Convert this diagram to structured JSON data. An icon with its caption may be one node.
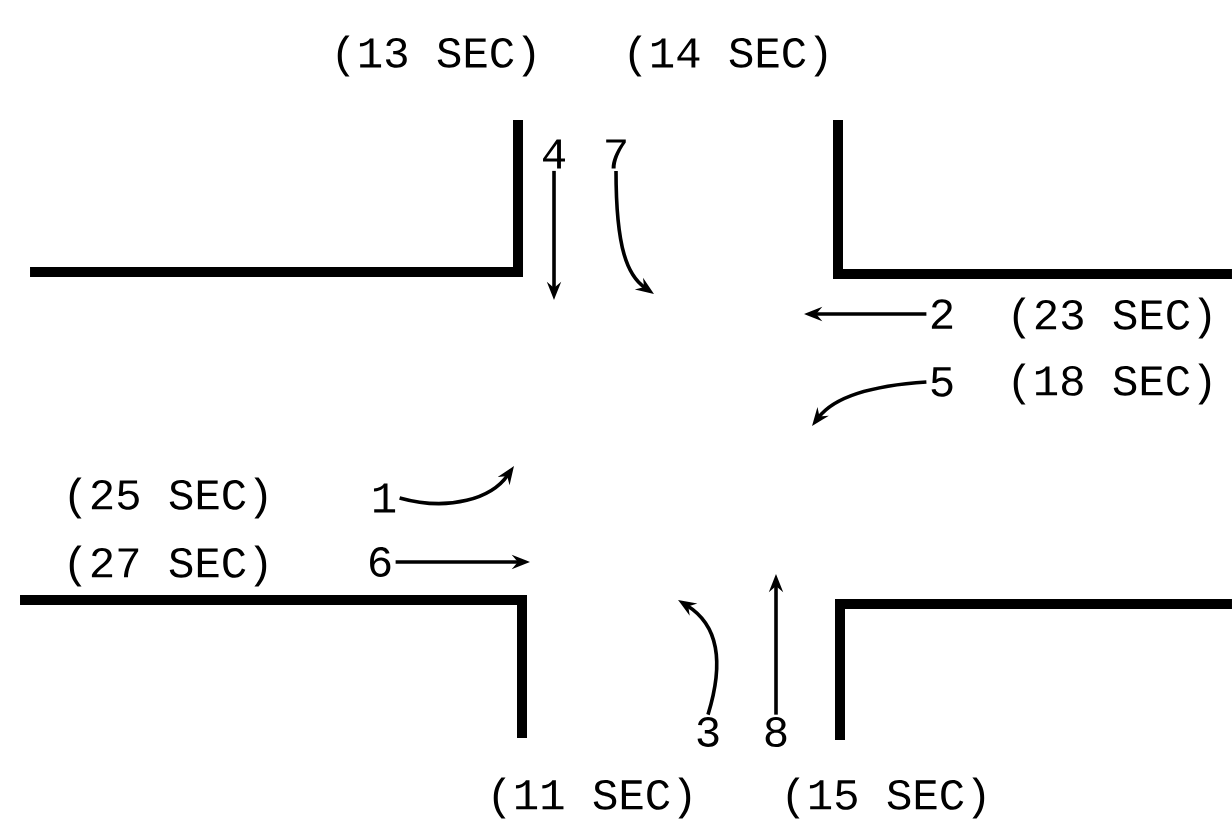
{
  "diagram": {
    "nodes": [
      {
        "text": [
          "4"
        ],
        "beside": [
          "(13 SEC)"
        ]
      },
      {
        "text": [
          "7"
        ],
        "beside": [
          "(14 SEC)"
        ]
      },
      {
        "text": [
          "2"
        ],
        "beside": [
          "(23 SEC)"
        ]
      },
      {
        "text": [
          "5"
        ],
        "beside": [
          "(18 SEC)"
        ]
      },
      {
        "text": [
          "1"
        ],
        "beside": [
          "(25 SEC)"
        ]
      },
      {
        "text": [
          "6"
        ],
        "beside": [
          "(27 SEC)"
        ]
      },
      {
        "text": [
          "3"
        ],
        "beside": [
          "(11 SEC)"
        ]
      },
      {
        "text": [
          "8"
        ],
        "beside": [
          "(15 SEC)"
        ]
      }
    ],
    "edges": [
      {
        "from": 0,
        "to": null,
        "arrow": "to"
      },
      {
        "from": 1,
        "to": null,
        "arrow": "to"
      },
      {
        "from": 2,
        "to": null,
        "arrow": "to"
      },
      {
        "from": 3,
        "to": null,
        "arrow": "to"
      },
      {
        "from": 4,
        "to": null,
        "arrow": "to"
      },
      {
        "from": 5,
        "to": null,
        "arrow": "to"
      },
      {
        "from": 6,
        "to": null,
        "arrow": "to"
      },
      {
        "from": 7,
        "to": null,
        "arrow": "to"
      }
    ]
  }
}
